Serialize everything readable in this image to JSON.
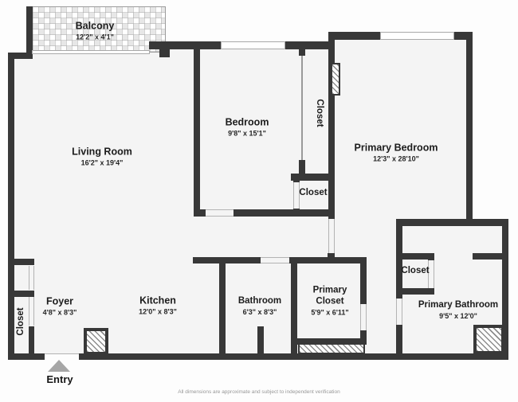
{
  "rooms": {
    "balcony": {
      "name": "Balcony",
      "dims": "12'2\" x 4'1\""
    },
    "living_room": {
      "name": "Living Room",
      "dims": "16'2\" x 19'4\""
    },
    "bedroom": {
      "name": "Bedroom",
      "dims": "9'8\" x 15'1\""
    },
    "primary_bedroom": {
      "name": "Primary Bedroom",
      "dims": "12'3\" x 28'10\""
    },
    "foyer": {
      "name": "Foyer",
      "dims": "4'8\" x 8'3\""
    },
    "kitchen": {
      "name": "Kitchen",
      "dims": "12'0\" x 8'3\""
    },
    "bathroom": {
      "name": "Bathroom",
      "dims": "6'3\" x 8'3\""
    },
    "primary_closet": {
      "name_line1": "Primary",
      "name_line2": "Closet",
      "dims": "5'9\" x 6'11\""
    },
    "primary_bathroom": {
      "name": "Primary Bathroom",
      "dims": "9'5\" x 12'0\""
    },
    "closet_hall": {
      "name": "Closet"
    },
    "closet_bedroom": {
      "name": "Closet"
    },
    "closet_primary_bath": {
      "name": "Closet"
    },
    "closet_entry": {
      "name": "Closet"
    }
  },
  "entry": {
    "label": "Entry"
  },
  "disclaimer": "All dimensions are approximate and subject to independent verification",
  "colors": {
    "wall": "#383838",
    "floor": "#f4f4f4",
    "entry_arrow": "#a6a6a6"
  }
}
